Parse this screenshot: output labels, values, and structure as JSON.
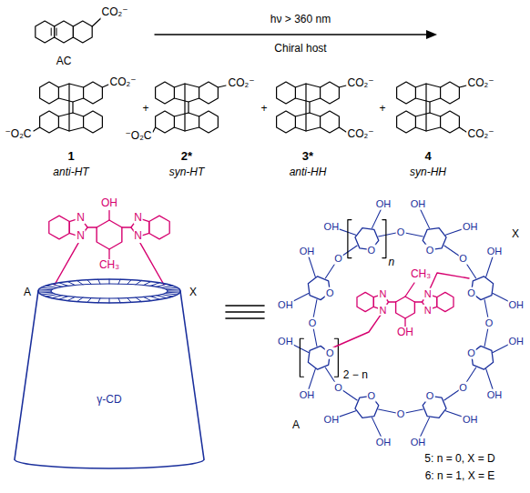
{
  "diagram": {
    "labels": [
      "CO₂⁻",
      "AC",
      "hν > 360 nm",
      "Chiral host",
      "⁻O₂C",
      "CO₂⁻",
      "+",
      "CO₂⁻",
      "⁻O₂C",
      "+",
      "CO₂⁻",
      "CO₂⁻",
      "+",
      "CO₂⁻",
      "CO₂⁻",
      "1",
      "2*",
      "3*",
      "4",
      "anti-HT",
      "syn-HT",
      "anti-HH",
      "syn-HH",
      "OH",
      "CH₃",
      "N",
      "N",
      "N",
      "N",
      "A",
      "X",
      "γ-CD",
      "CH₃",
      "OH",
      "N",
      "N",
      "N",
      "N",
      "n",
      "X",
      "A",
      "2 − n",
      "5: n = 0, X = D",
      "6: n = 1, X = E",
      "O",
      "OH",
      "OH",
      "O",
      "O",
      "OH",
      "OH",
      "O",
      "O",
      "OH",
      "OH",
      "O",
      "O",
      "OH",
      "OH",
      "O",
      "O",
      "OH",
      "OH",
      "O",
      "O",
      "OH",
      "OH",
      "O",
      "O",
      "OH",
      "OH",
      "O",
      "O",
      "OH",
      "OH",
      "O"
    ]
  }
}
